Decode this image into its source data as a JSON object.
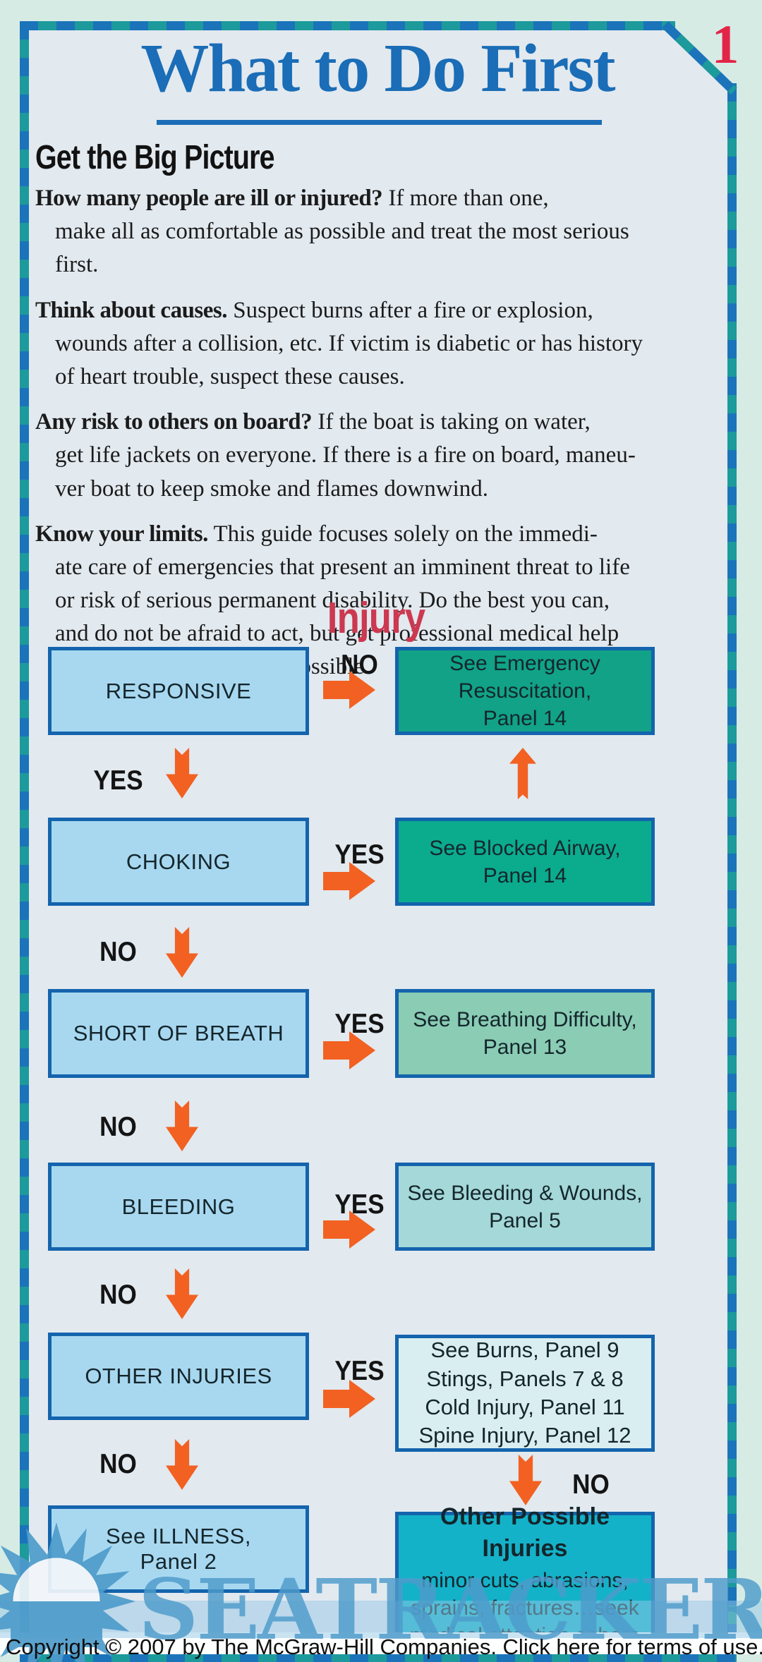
{
  "page": {
    "number": "1"
  },
  "header": {
    "title": "What to Do First"
  },
  "intro": {
    "heading": "Get the Big Picture",
    "paragraphs": [
      {
        "lead": "How many people are ill or injured?",
        "text": " If more than one,\nmake all as comfortable as possible and treat the most serious\nfirst."
      },
      {
        "lead": "Think about causes.",
        "text": " Suspect burns after a fire or explosion,\nwounds after a collision, etc. If victim is diabetic or has history\nof heart trouble, suspect these causes."
      },
      {
        "lead": "Any risk to others on board?",
        "text": " If the boat is taking on water,\nget life jackets on everyone. If there is a fire on board, maneu-\nver boat to keep smoke and flames downwind."
      },
      {
        "lead": "Know your limits.",
        "text": " This guide focuses solely on the immedi-\nate care of emergencies that present an imminent threat to life\nor risk of serious permanent disability. Do the best you can,\nand do not be afraid to act, but get professional medical help\nfor the victim as soon as possible."
      }
    ]
  },
  "flowchart": {
    "title": "Injury",
    "rows": [
      {
        "condition": "RESPONSIVE",
        "branch_label": "NO",
        "target": "See Emergency\nResuscitation,\nPanel 14",
        "down_label": "YES"
      },
      {
        "condition": "CHOKING",
        "branch_label": "YES",
        "target": "See Blocked Airway,\nPanel 14",
        "down_label": "NO"
      },
      {
        "condition": "SHORT OF BREATH",
        "branch_label": "YES",
        "target": "See Breathing Difficulty,\nPanel 13",
        "down_label": "NO"
      },
      {
        "condition": "BLEEDING",
        "branch_label": "YES",
        "target": "See Bleeding & Wounds,\nPanel 5",
        "down_label": "NO"
      },
      {
        "condition": "OTHER INJURIES",
        "branch_label": "YES",
        "target": "See Burns, Panel 9\nStings, Panels 7 & 8\nCold Injury, Panel 11\nSpine Injury, Panel 12",
        "down_label": "NO"
      }
    ],
    "right_no_label": "NO",
    "illness_box": "See ILLNESS,\nPanel 2",
    "other_box": {
      "title": "Other Possible Injuries",
      "body": "minor cuts, abrasions,\nsprains, fractures…seek\nmedical attention ashore"
    }
  },
  "watermark": {
    "text": "SEATRACKER.RU"
  },
  "footer": {
    "copyright": "Copyright © 2007 by The McGraw-Hill Companies. ",
    "link": "Click here for terms of use."
  },
  "colors": {
    "outer_bg": "#d7ebe5",
    "inner_bg": "#e2e9ef",
    "border_blue": "#1b74ba",
    "border_teal": "#1d9a9b",
    "title_blue": "#1a6db6",
    "page_red": "#e32449",
    "injury_red": "#cc3950",
    "box_blue": "#a8d8f0",
    "box_border": "#1464ad",
    "green_1": "#11a287",
    "green_2": "#0bab8e",
    "green_3": "#8accb4",
    "aqua_4": "#a5d8d8",
    "pale_5": "#d8eef0",
    "cyan_6": "#14b2c9",
    "arrow_orange": "#f26122",
    "text_dark": "#1b1b1b",
    "watermark_blue": "#4e9ccb",
    "watermark_band": "rgba(150,200,230,0.5)"
  }
}
